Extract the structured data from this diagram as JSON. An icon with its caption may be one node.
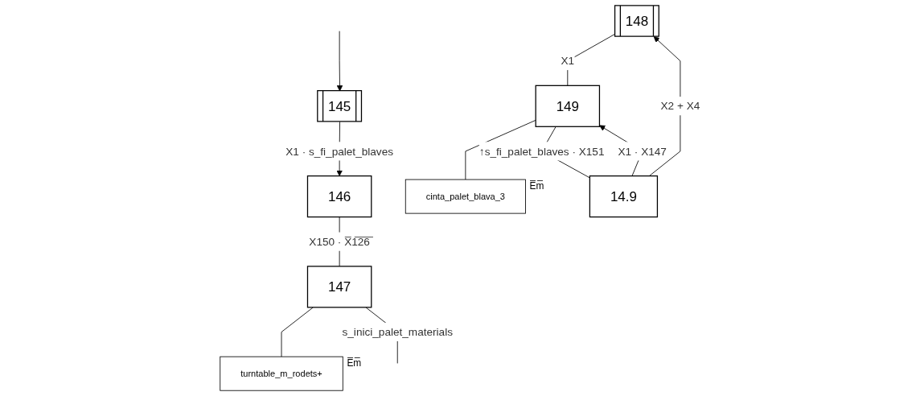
{
  "diagram": {
    "nodes": [
      {
        "text": [
          "145"
        ]
      },
      {
        "text": [
          "146"
        ]
      },
      {
        "text": [
          "147"
        ]
      },
      {
        "text": [
          "turntable_m_rodets+"
        ],
        "beside": [
          "E̅m̅"
        ]
      },
      {
        "text": [
          "148"
        ]
      },
      {
        "text": [
          "149"
        ]
      },
      {
        "text": [
          "cinta_palet_blava_3"
        ],
        "beside": [
          "E̅m̅"
        ]
      },
      {
        "text": [
          "14.9"
        ]
      }
    ],
    "edges": [
      {
        "from": 0,
        "to": 1,
        "arrow": "to",
        "label": "X1 · s_fi_palet_blaves"
      },
      {
        "from": 1,
        "to": 2,
        "arrow": "none",
        "label": "X150 · X̅1̅2̅6̅"
      },
      {
        "from": 2,
        "to": 3,
        "arrow": "none"
      },
      {
        "from": 2,
        "to": null,
        "arrow": "none",
        "label": "s_inici_palet_materials"
      },
      {
        "from": null,
        "to": 0,
        "arrow": "to"
      },
      {
        "from": 4,
        "to": 5,
        "arrow": "none",
        "label": "X1"
      },
      {
        "from": 5,
        "to": 6,
        "arrow": "none"
      },
      {
        "from": 5,
        "to": 7,
        "arrow": "none",
        "label": "↑s_fi_palet_blaves · X151"
      },
      {
        "from": 7,
        "to": 5,
        "arrow": "to",
        "label": "X1 · X147"
      },
      {
        "from": 7,
        "to": 4,
        "arrow": "to",
        "label": "X2 + X4"
      }
    ]
  }
}
